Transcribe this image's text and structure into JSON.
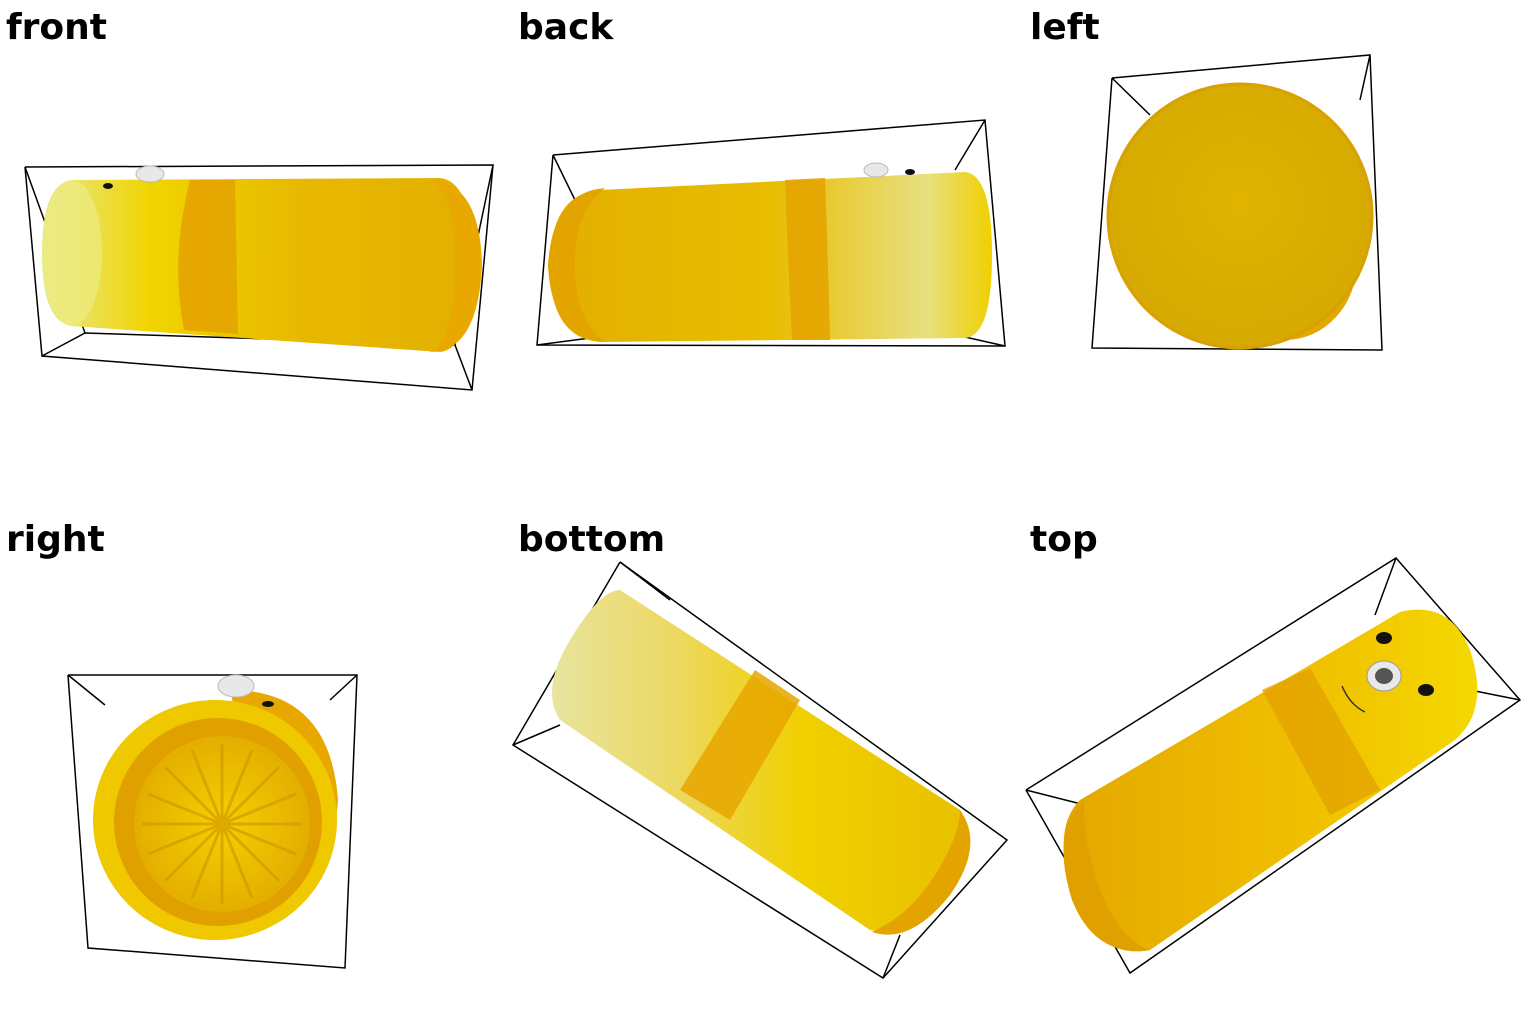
{
  "views": {
    "front": "front",
    "back": "back",
    "left": "left",
    "right": "right",
    "bottom": "bottom",
    "top": "top"
  },
  "colors": {
    "object_yellow": "#f2c400",
    "object_band": "#e6a800",
    "object_pale": "#e8e6a0",
    "bbox_line": "#000000",
    "button_white": "#eeeeee",
    "background": "#ffffff"
  },
  "subject": "yellow-cylinder-toy"
}
